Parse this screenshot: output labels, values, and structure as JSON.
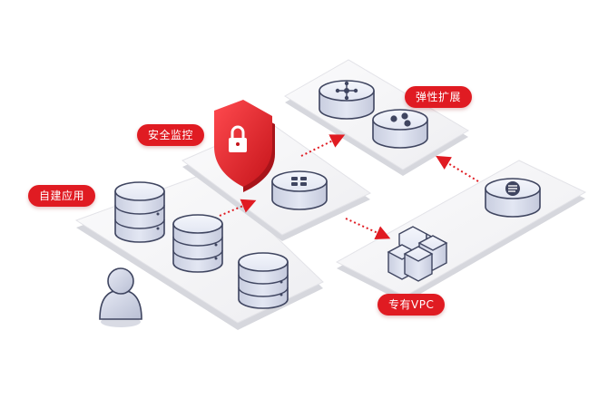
{
  "labels": {
    "self_built_app": "自建应用",
    "security_monitoring": "安全监控",
    "elastic_scaling": "弹性扩展",
    "dedicated_vpc": "专有VPC"
  },
  "icons": {
    "user": "user-icon",
    "database": "database-icon",
    "shield": "shield-lock-icon",
    "grid": "grid-node-icon",
    "network": "network-node-icon",
    "circles": "cluster-node-icon",
    "hexagons": "hexagon-cluster-icon",
    "list": "list-node-icon"
  },
  "colors": {
    "accent_red": "#e01b22",
    "platform": "#f2f2f4",
    "node_body": "#dfe3f0",
    "icon_dark": "#3f4560",
    "arrow": "#e01b22"
  }
}
